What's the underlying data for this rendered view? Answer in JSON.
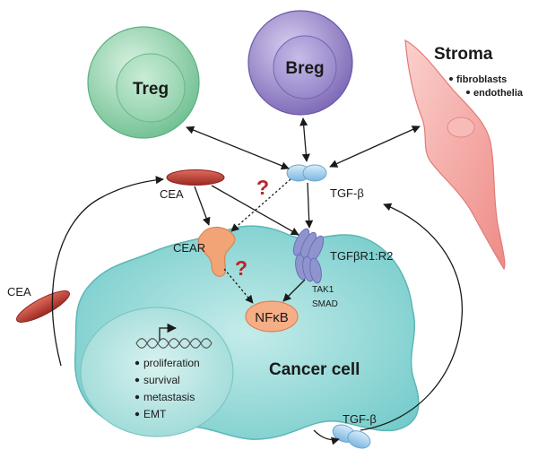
{
  "colors": {
    "treg": "#8fd0a9",
    "breg": "#8f7cc4",
    "stroma": "#f4a6a2",
    "cea": "#b3362c",
    "tgfb": "#8cc3e9",
    "cear": "#f3a476",
    "receptor": "#8f94cf",
    "nfkb": "#f6ae87",
    "cell": "#86d3d3",
    "nucleus": "#a8e0dd",
    "question": "#b8262b",
    "arrow": "#1a1a1a"
  },
  "cells": {
    "treg": "Treg",
    "breg": "Breg",
    "stroma_title": "Stroma",
    "stroma_items": [
      "fibroblasts",
      "endothelia"
    ],
    "cancer_cell": "Cancer cell"
  },
  "molecules": {
    "cea_top": "CEA",
    "cea_left": "CEA",
    "cear": "CEAR",
    "tgfb_top": "TGF-β",
    "tgfb_bottom": "TGF-β",
    "receptor": "TGFβR1:R2",
    "tak1": "TAK1",
    "smad": "SMAD",
    "nfkb": "NFκB"
  },
  "nucleus_items": [
    "proliferation",
    "survival",
    "metastasis",
    "EMT"
  ],
  "unknown_marker": "?"
}
